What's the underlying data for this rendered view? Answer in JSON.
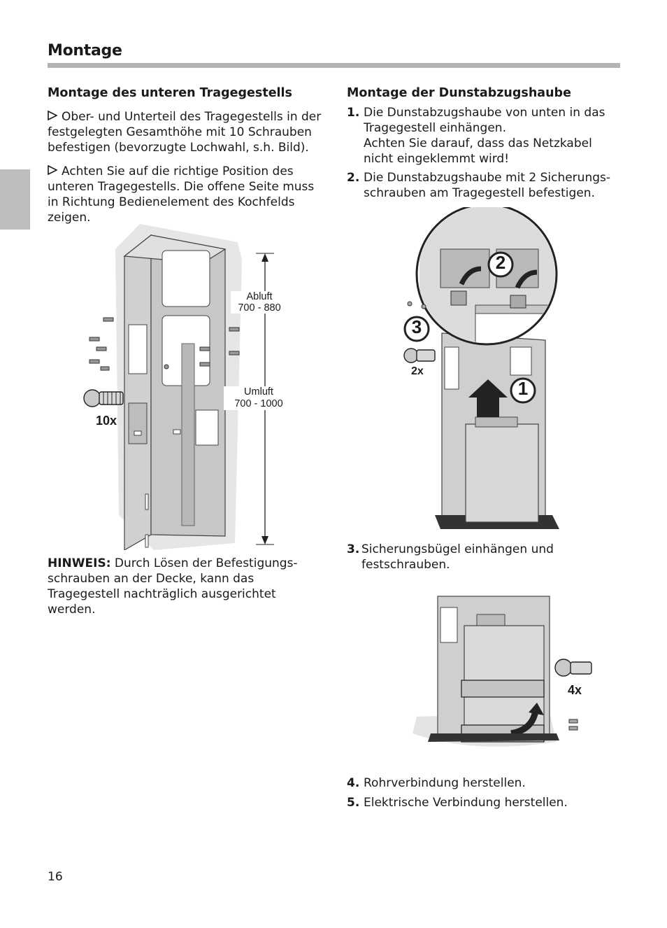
{
  "page": {
    "title": "Montage",
    "page_number": "16"
  },
  "left": {
    "heading": "Montage des unteren Tragegestells",
    "bullet_icon": "triangle-right-icon",
    "bullet1": "Ober- und Unterteil des Tragegestells in der festgelegten Gesamthöhe mit 10 Schrauben befestigen (bevorzugte Lochwahl, s.h. Bild).",
    "bullet2": "Achten Sie auf die richtige Position des unteren Tragegestells. Die offene Seite muss in Richtung Bedienelement des Kochfelds zeigen.",
    "figure": {
      "abluft_label": "Abluft",
      "abluft_range": "700 - 880",
      "umluft_label": "Umluft",
      "umluft_range": "700 - 1000",
      "screw_count": "10x"
    },
    "note_label": "HINWEIS:",
    "note_text": " Durch Lösen der Befestigungs-schrauben an der Decke, kann das Tragegestell nachträglich ausgerichtet werden."
  },
  "right": {
    "heading": "Montage der Dunstabzugshaube",
    "steps": [
      {
        "num": "1.",
        "line1": "Die Dunstabzugshaube von unten in das Tragegestell einhängen.",
        "line2": "Achten Sie darauf, dass das Netzkabel nicht eingeklemmt wird!"
      },
      {
        "num": "2.",
        "text": "Die Dunstabzugshaube mit 2 Sicherungs-schrauben am Tragegestell befestigen."
      },
      {
        "num": "3.",
        "text": "Sicherungsbügel einhängen und festschrauben."
      },
      {
        "num": "4.",
        "text": "Rohrverbindung herstellen."
      },
      {
        "num": "5.",
        "text": "Elektrische Verbindung herstellen."
      }
    ],
    "figure1": {
      "callout_1": "1",
      "callout_2": "2",
      "callout_3": "3",
      "screw_count": "2x"
    },
    "figure2": {
      "screw_count": "4x"
    }
  }
}
